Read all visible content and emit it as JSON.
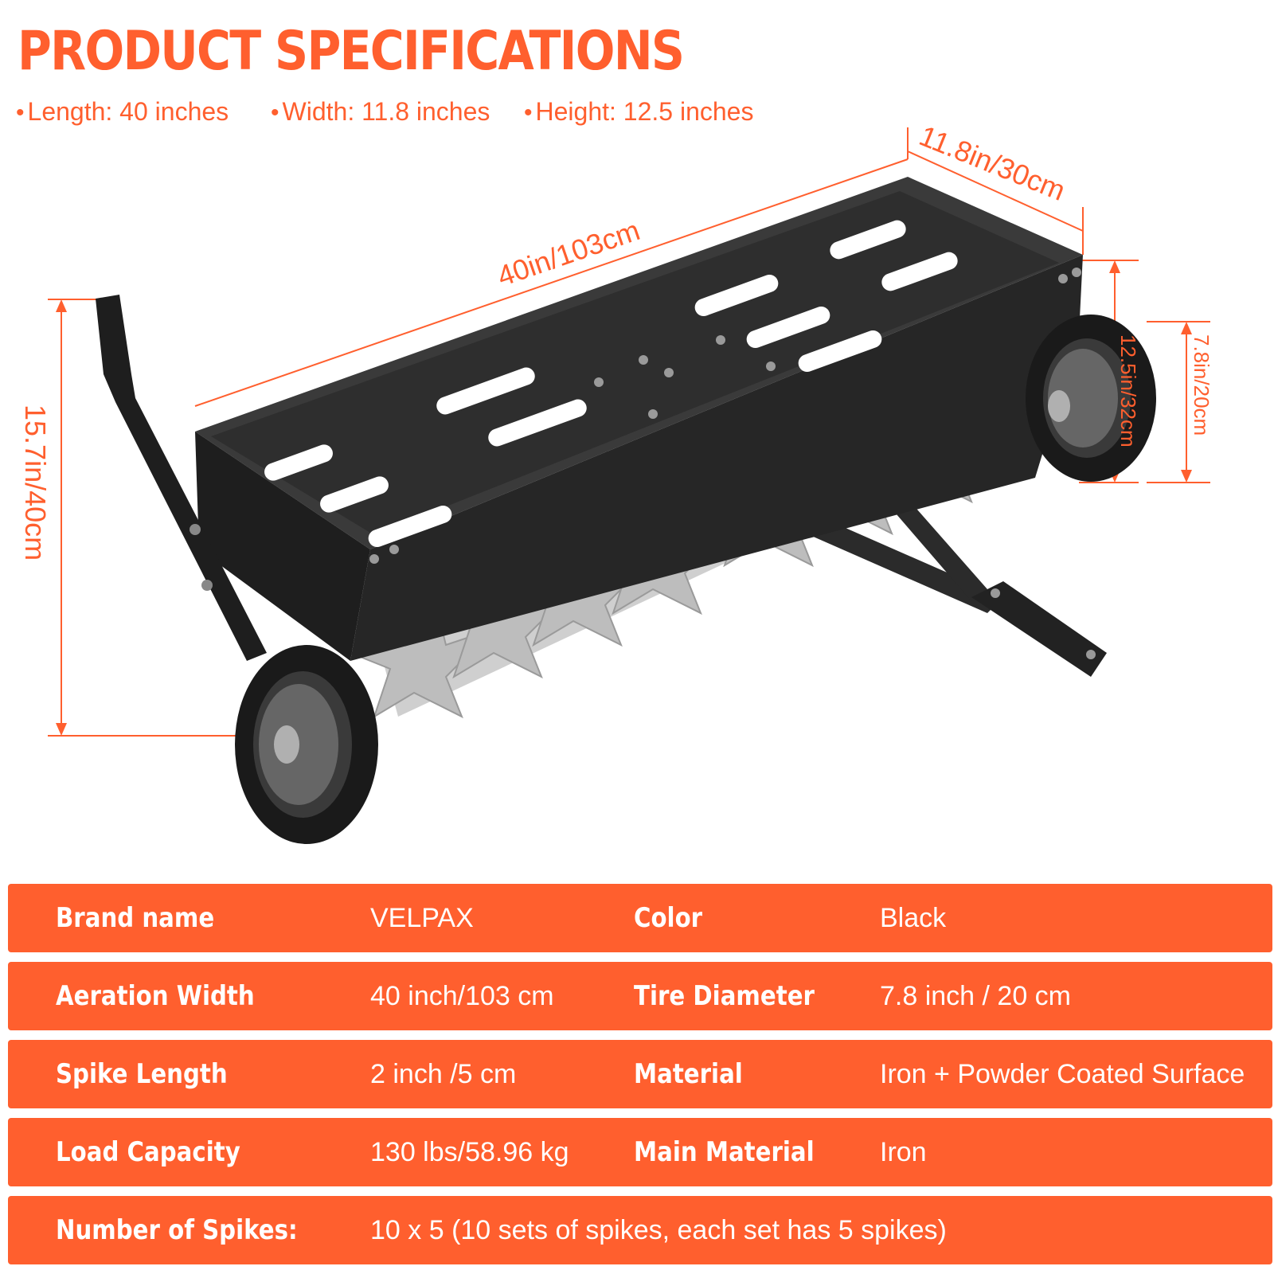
{
  "title": "PRODUCT SPECIFICATIONS",
  "dimensions": [
    "Length: 40 inches",
    "Width: 11.8 inches",
    "Height: 12.5 inches"
  ],
  "figure": {
    "labels": {
      "length": "40in/103cm",
      "width": "11.8in/30cm",
      "height_total": "12.5in/32cm",
      "tire": "7.8in/20cm",
      "handle": "15.7in/40cm"
    },
    "colors": {
      "accent": "#ff5f2e",
      "frame": "#2b2b2b",
      "spike": "#bfbfbf"
    }
  },
  "specs": [
    {
      "k1": "Brand name",
      "v1": "VELPAX",
      "k2": "Color",
      "v2": "Black"
    },
    {
      "k1": "Aeration Width",
      "v1": "40 inch/103 cm",
      "k2": "Tire Diameter",
      "v2": "7.8 inch / 20 cm"
    },
    {
      "k1": "Spike Length",
      "v1": "2 inch /5 cm",
      "k2": "Material",
      "v2": "Iron + Powder Coated Surface"
    },
    {
      "k1": "Load Capacity",
      "v1": "130 lbs/58.96 kg",
      "k2": "Main Material",
      "v2": "Iron"
    }
  ],
  "spikes_row": {
    "label": "Number of Spikes:",
    "value": "10 x 5 (10 sets of spikes, each set has 5 spikes)"
  }
}
